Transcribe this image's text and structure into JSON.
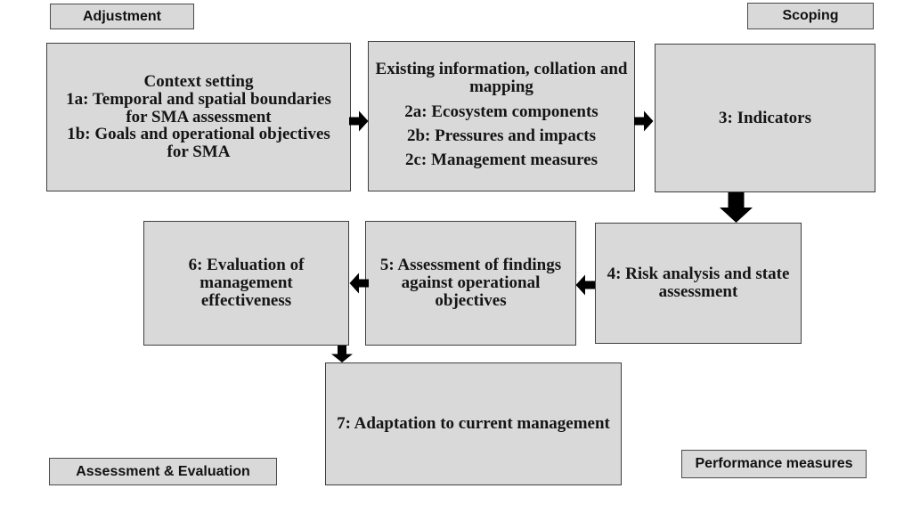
{
  "diagram": {
    "title": "SMA assessment management cycle flowchart",
    "corner_labels": {
      "top_left": "Adjustment",
      "top_right": "Scoping",
      "bottom_left": "Assessment & Evaluation",
      "bottom_right": "Performance measures"
    },
    "boxes": {
      "box1": {
        "title": "Context setting",
        "items": [
          "1a: Temporal and spatial boundaries for SMA assessment",
          "1b: Goals and operational objectives for SMA"
        ]
      },
      "box2": {
        "title": "Existing information, collation and mapping",
        "items": [
          "2a: Ecosystem components",
          "2b: Pressures and impacts",
          "2c: Management measures"
        ]
      },
      "box3": {
        "label": "3: Indicators"
      },
      "box4": {
        "label": "4: Risk analysis and state assessment"
      },
      "box5": {
        "label": "5: Assessment of findings against operational objectives"
      },
      "box6": {
        "label": "6: Evaluation of management effectiveness"
      },
      "box7": {
        "label": "7: Adaptation to current management"
      }
    },
    "arrows": [
      {
        "from": "box1",
        "to": "box2",
        "direction": "right"
      },
      {
        "from": "box2",
        "to": "box3",
        "direction": "right"
      },
      {
        "from": "box3",
        "to": "box4",
        "direction": "down"
      },
      {
        "from": "box4",
        "to": "box5",
        "direction": "left"
      },
      {
        "from": "box5",
        "to": "box6",
        "direction": "left"
      },
      {
        "from": "box6",
        "to": "box7",
        "direction": "down"
      }
    ],
    "colors": {
      "background": "#ffffff",
      "box_fill": "#d9d9d9",
      "box_border": "#3f3f3f",
      "label_border": "#4a4a4a",
      "arrow": "#000000",
      "text": "#151515"
    }
  }
}
